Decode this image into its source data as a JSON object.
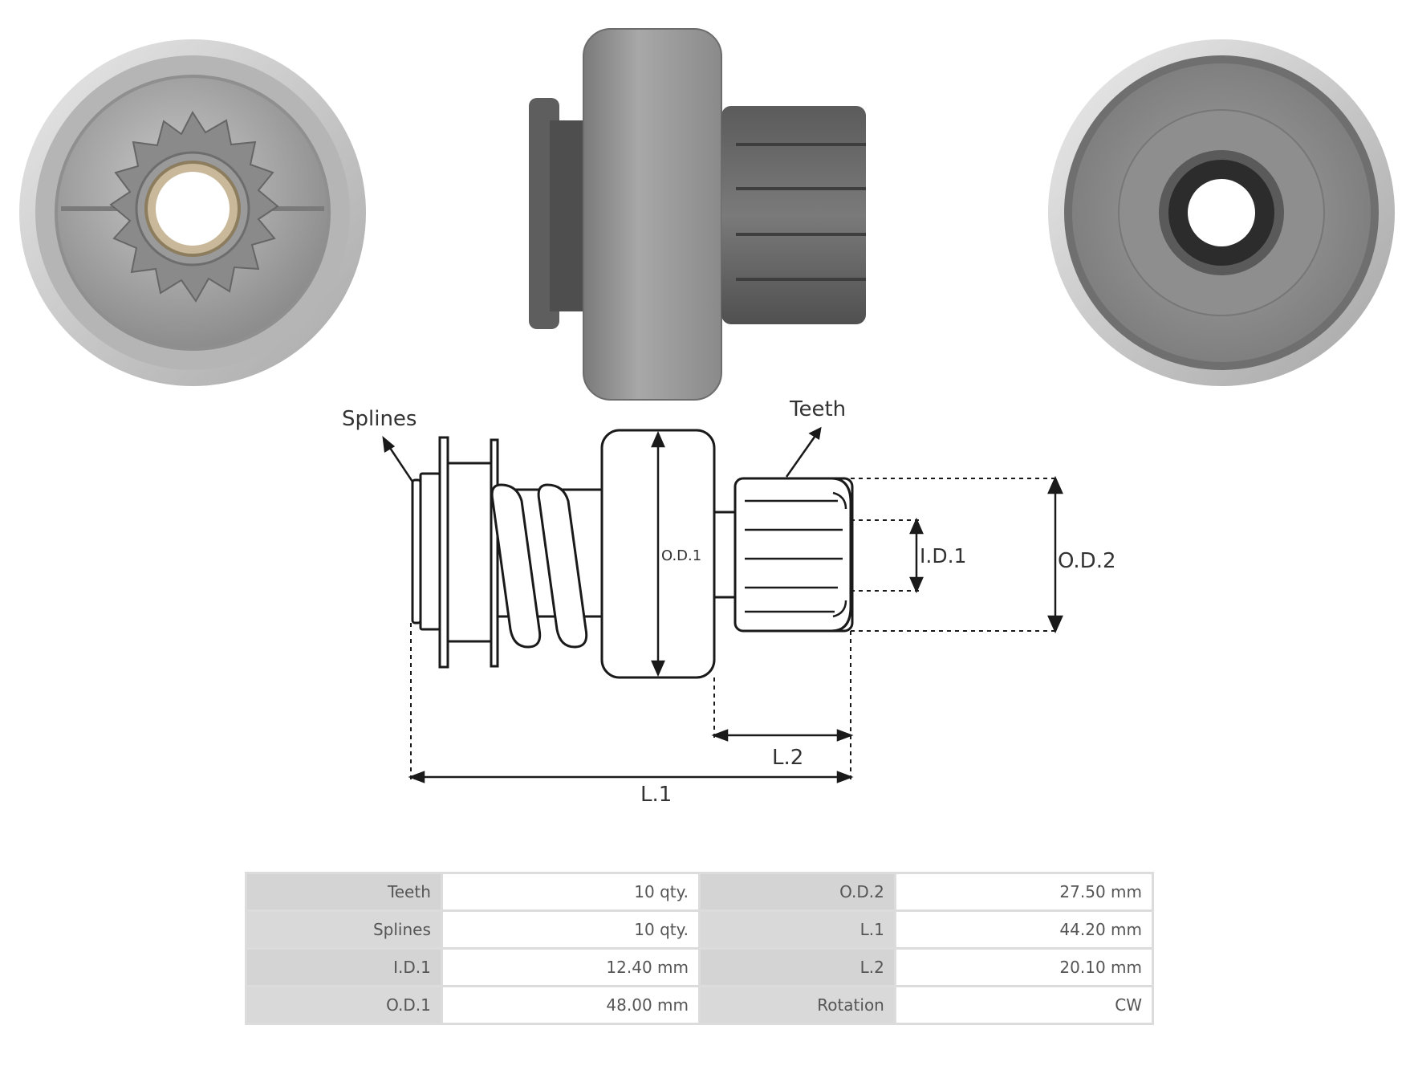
{
  "diagram": {
    "label_splines": "Splines",
    "label_teeth": "Teeth",
    "label_od1": "O.D.1",
    "label_id1": "I.D.1",
    "label_od2": "O.D.2",
    "label_l1": "L.1",
    "label_l2": "L.2"
  },
  "specs": [
    {
      "k1": "Teeth",
      "v1": "10 qty.",
      "k2": "O.D.2",
      "v2": "27.50 mm"
    },
    {
      "k1": "Splines",
      "v1": "10 qty.",
      "k2": "L.1",
      "v2": "44.20 mm"
    },
    {
      "k1": "I.D.1",
      "v1": "12.40 mm",
      "k2": "L.2",
      "v2": "20.10 mm"
    },
    {
      "k1": "O.D.1",
      "v1": "48.00 mm",
      "k2": "Rotation",
      "v2": "CW"
    }
  ]
}
